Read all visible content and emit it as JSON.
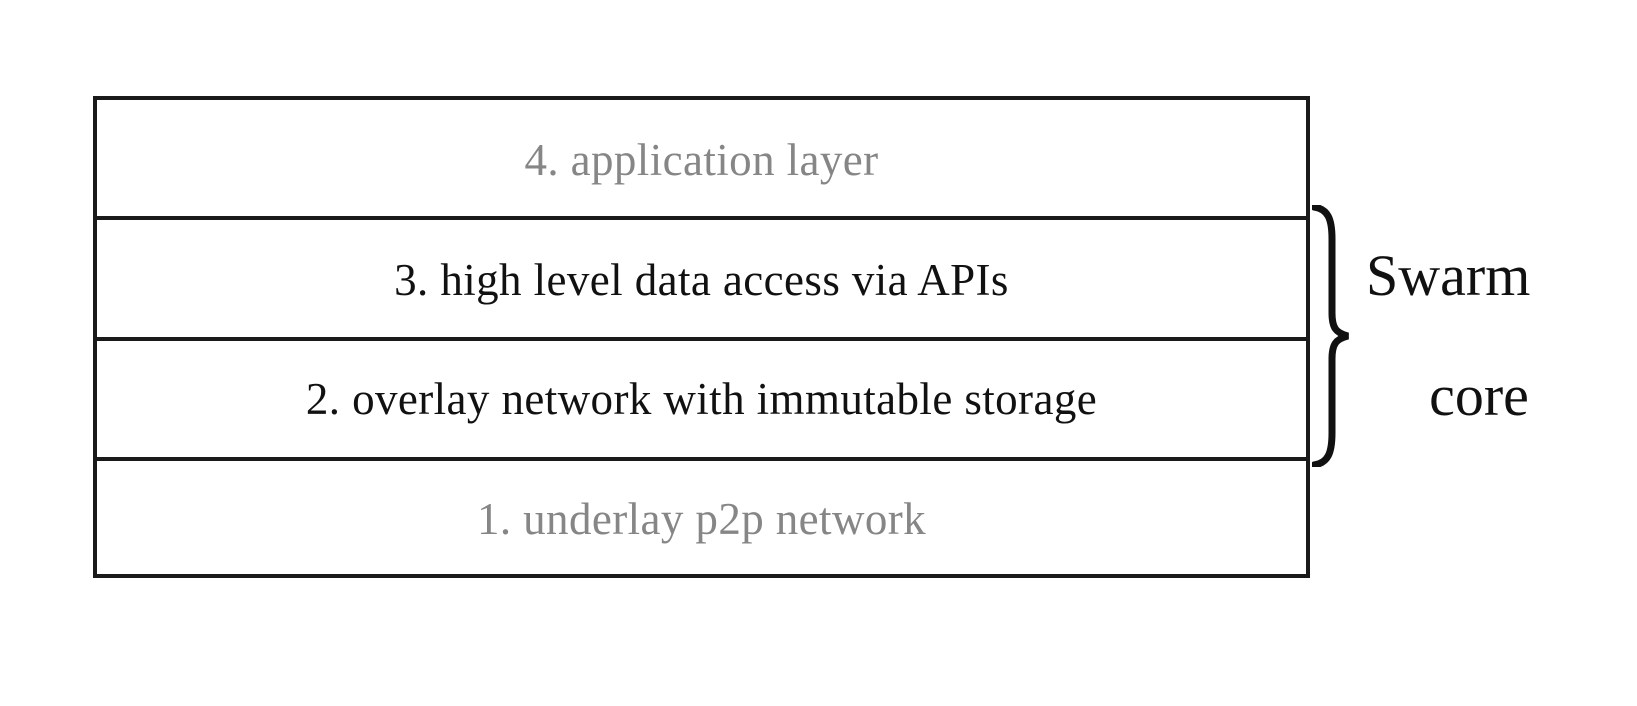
{
  "diagram": {
    "title": "Swarm layer stack",
    "colors": {
      "border": "#1a1a1a",
      "text_strong": "#111111",
      "text_dim": "#868686",
      "background": "#ffffff"
    },
    "layers": [
      {
        "id": "layer-4",
        "number": "4",
        "label": "4. application layer",
        "emphasis": "dim"
      },
      {
        "id": "layer-3",
        "number": "3",
        "label": "3. high level data access via APIs",
        "emphasis": "strong"
      },
      {
        "id": "layer-2",
        "number": "2",
        "label": "2. overlay network with immutable storage",
        "emphasis": "strong"
      },
      {
        "id": "layer-1",
        "number": "1",
        "label": "1. underlay p2p network",
        "emphasis": "dim"
      }
    ],
    "annotation": {
      "brace_icon": "right-curly-brace-icon",
      "label_line_1": "Swarm",
      "label_line_2": "core",
      "spans_layers": "3 and 2"
    }
  }
}
